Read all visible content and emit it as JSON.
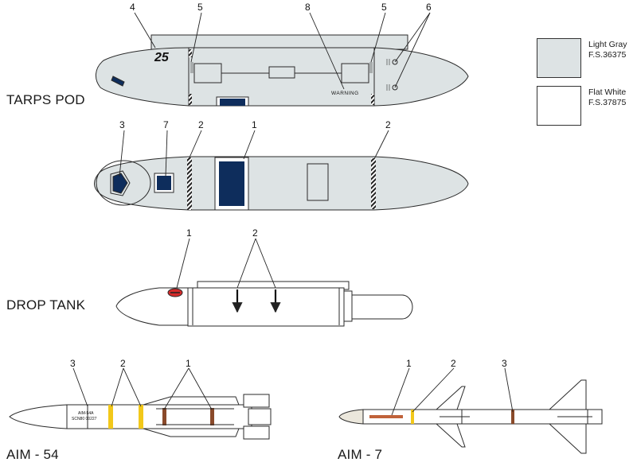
{
  "titles": {
    "tarps_pod": "TARPS POD",
    "drop_tank": "DROP TANK",
    "aim54": "AIM - 54",
    "aim7": "AIM - 7"
  },
  "legend": [
    {
      "name": "Light Gray",
      "code": "F.S.36375",
      "color": "#dde3e4"
    },
    {
      "name": "Flat  White",
      "code": "F.S.37875",
      "color": "#ffffff"
    }
  ],
  "callouts": {
    "pod_side": [
      "4",
      "5",
      "8",
      "5",
      "6"
    ],
    "pod_bottom": [
      "3",
      "7",
      "2",
      "1",
      "2"
    ],
    "drop_tank": [
      "1",
      "2"
    ],
    "aim54": [
      "3",
      "2",
      "1"
    ],
    "aim7": [
      "1",
      "2",
      "3"
    ]
  },
  "markings": {
    "pod_number": "25",
    "warning": "WARNING",
    "aim54_stencil": [
      "AIM-54A",
      "SCN80 00227"
    ]
  },
  "colors": {
    "light_gray": "#dde3e4",
    "navy": "#0e2d5c",
    "yellow": "#f2c81a",
    "brown": "#8a4a2a",
    "red": "#d42a2a",
    "outline": "#2a2a2a"
  }
}
